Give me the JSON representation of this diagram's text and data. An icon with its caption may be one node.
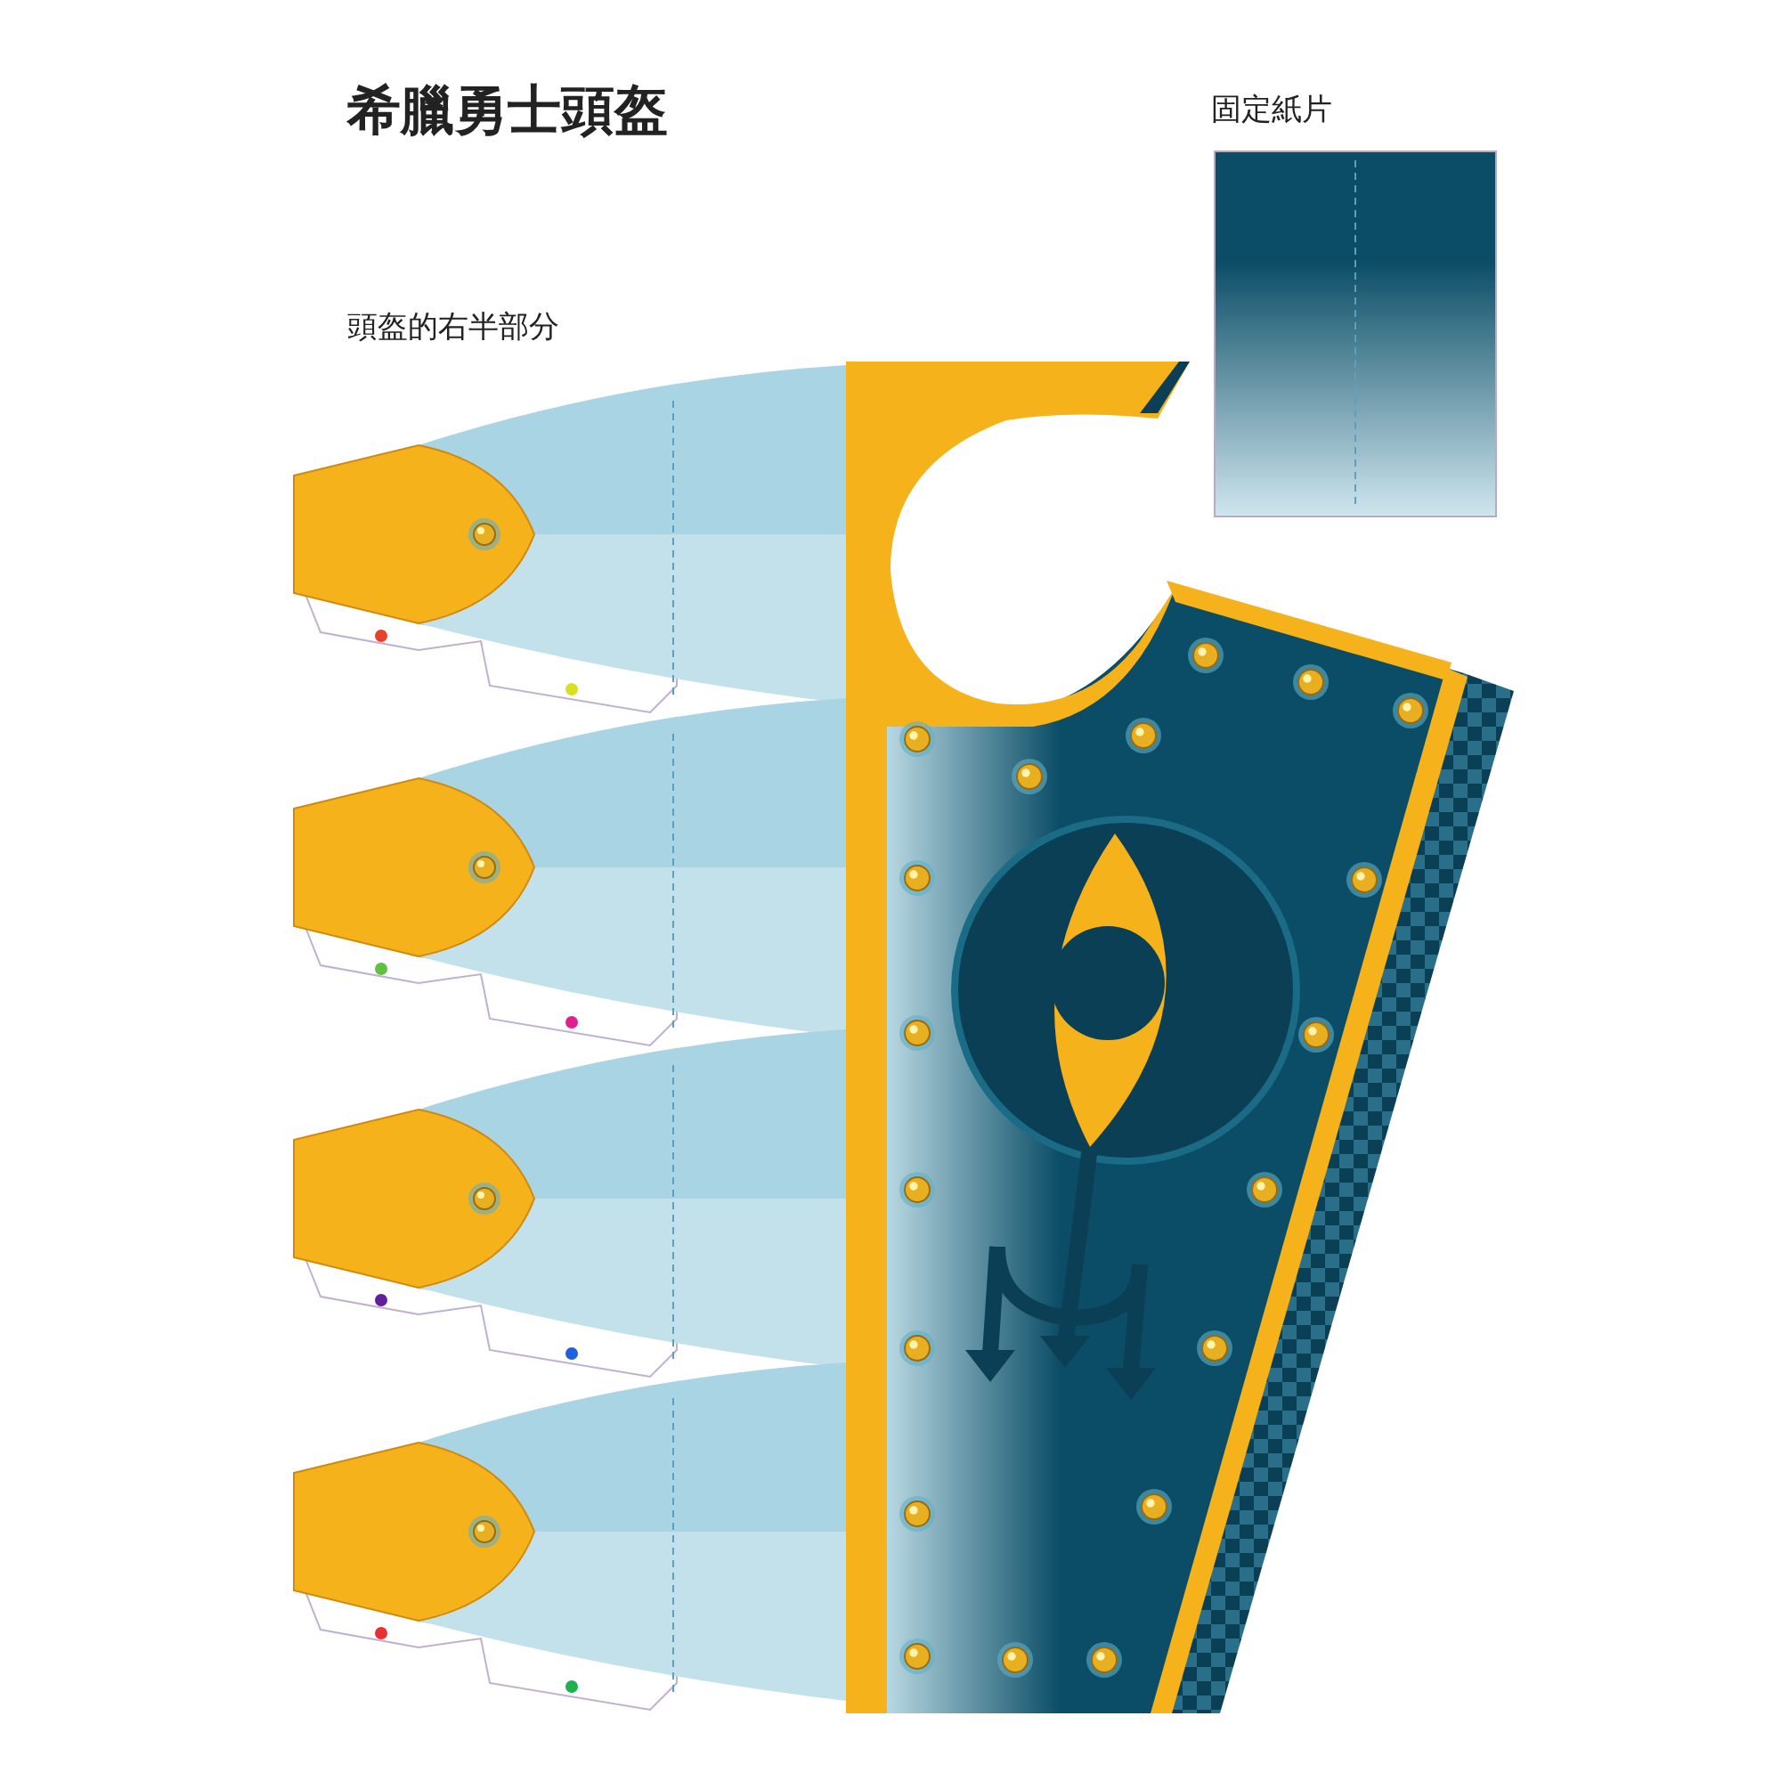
{
  "diagram": {
    "title": "希臘勇士頭盔",
    "labels": [
      "固定紙片",
      "頭盔的右半部分"
    ]
  }
}
